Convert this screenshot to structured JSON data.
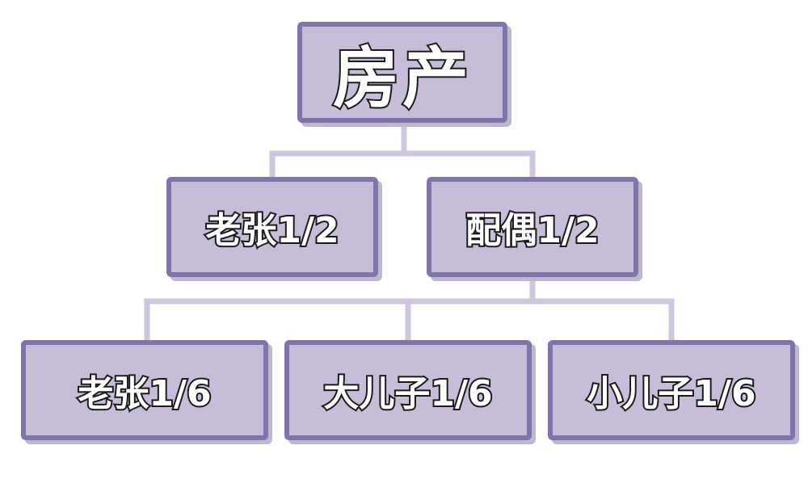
{
  "diagram": {
    "root": {
      "label": "房产"
    },
    "level1": [
      {
        "label": "老张1/2"
      },
      {
        "label": "配偶1/2"
      }
    ],
    "level2": [
      {
        "label": "老张1/6"
      },
      {
        "label": "大儿子1/6"
      },
      {
        "label": "小儿子1/6"
      }
    ],
    "colors": {
      "node_fill": "#c7bdd8",
      "node_border": "#8174ab",
      "connector": "#cfc7de",
      "text_fill": "#ffffff",
      "text_outline": "#1a1a1a"
    }
  }
}
